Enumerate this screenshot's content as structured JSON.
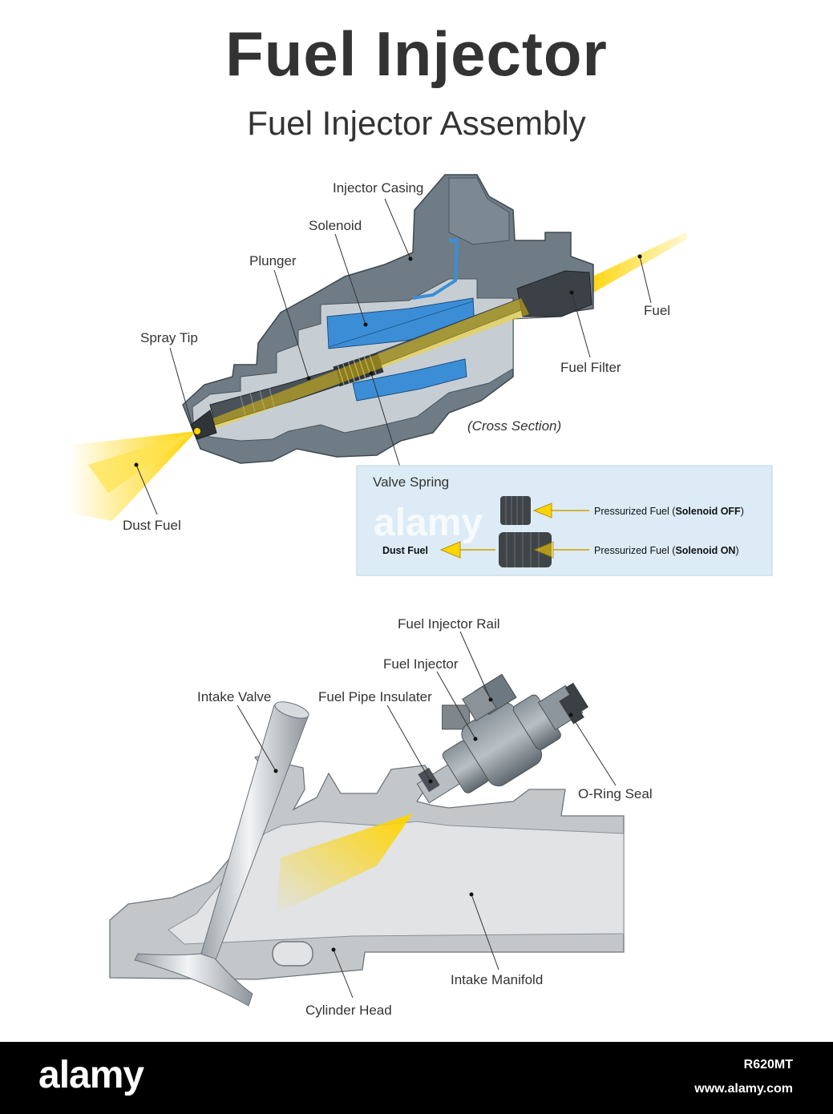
{
  "title": "Fuel Injector",
  "subtitle": "Fuel Injector Assembly",
  "top_diagram": {
    "labels": {
      "injector_casing": "Injector Casing",
      "solenoid": "Solenoid",
      "plunger": "Plunger",
      "spray_tip": "Spray Tip",
      "fuel": "Fuel",
      "fuel_filter": "Fuel Filter",
      "cross_section": "(Cross Section)",
      "dust_fuel": "Dust Fuel"
    }
  },
  "legend": {
    "title": "Valve Spring",
    "row_off_prefix": "Pressurized Fuel  (",
    "row_off_state": "Solenoid OFF",
    "row_on_prefix": "Pressurized Fuel  (",
    "row_on_state": "Solenoid ON",
    "close_paren": ")",
    "dust_fuel": "Dust Fuel",
    "watermark": "alamy"
  },
  "bottom_diagram": {
    "labels": {
      "fuel_injector_rail": "Fuel Injector Rail",
      "fuel_injector": "Fuel Injector",
      "intake_valve": "Intake Valve",
      "fuel_pipe_insulater": "Fuel Pipe Insulater",
      "o_ring_seal": "O-Ring Seal",
      "intake_manifold": "Intake Manifold",
      "cylinder_head": "Cylinder Head"
    }
  },
  "footer": {
    "logo": "alamy",
    "image_id": "R620MT",
    "url": "www.alamy.com"
  },
  "colors": {
    "casing": "#6e7b85",
    "casing_dark": "#4d5962",
    "interior": "#c9d0d6",
    "solenoid_blue": "#3d8fd6",
    "fuel_yellow": "#ffd500",
    "legend_bg": "#dcebf5",
    "manifold": "#c9cdd0",
    "manifold_inner": "#e4e6e8"
  }
}
